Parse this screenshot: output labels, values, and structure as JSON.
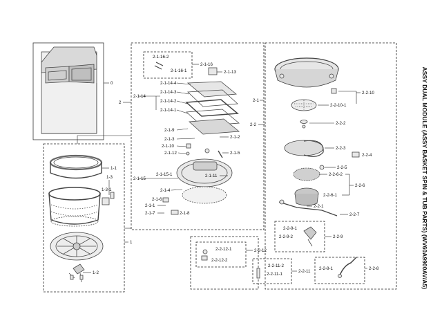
{
  "title": "ASSY DUAL MODULE (ASSY BASKET SPIN & TUB PARTS) (WV60A9900AV/A5)",
  "labels": {
    "l0": "0",
    "l1": "1",
    "l1_1": "1-1",
    "l1_2": "1-2",
    "l1_3": "1-3",
    "l1_3_1": "1-3-1",
    "l2": "2",
    "l2_1": "2-1",
    "l2_1_1": "2-1-1",
    "l2_1_2": "2-1-2",
    "l2_1_3": "2-1-3",
    "l2_1_4": "2-1-4",
    "l2_1_5": "2-1-5",
    "l2_1_6": "2-1-6",
    "l2_1_7": "2-1-7",
    "l2_1_8": "2-1-8",
    "l2_1_9": "2-1-9",
    "l2_1_10": "2-1-10",
    "l2_1_11": "2-1-11",
    "l2_1_12": "2-1-12",
    "l2_1_13": "2-1-13",
    "l2_1_14": "2-1-14",
    "l2_1_14_1": "2-1-14-1",
    "l2_1_14_2": "2-1-14-2",
    "l2_1_14_3": "2-1-14-3",
    "l2_1_14_4": "2-1-14-4",
    "l2_1_15": "2-1-15",
    "l2_1_15_1": "2-1-15-1",
    "l2_1_16": "2-1-16",
    "l2_1_16_1": "2-1-16-1",
    "l2_1_16_2": "2-1-16-2",
    "l2_2": "2-2",
    "l2_2_1": "2-2-1",
    "l2_2_2": "2-2-2",
    "l2_2_3": "2-2-3",
    "l2_2_4": "2-2-4",
    "l2_2_5": "2-2-5",
    "l2_2_6": "2-2-6",
    "l2_2_6_1": "2-2-6-1",
    "l2_2_6_2": "2-2-6-2",
    "l2_2_7": "2-2-7",
    "l2_2_8": "2-2-8",
    "l2_2_8_1": "2-2-8-1",
    "l2_2_9": "2-2-9",
    "l2_2_9_1": "2-2-9-1",
    "l2_2_9_2": "2-2-9-2",
    "l2_2_10": "2-2-10",
    "l2_2_10_1": "2-2-10-1",
    "l2_2_11": "2-2-11",
    "l2_2_11_1": "2-2-11-1",
    "l2_2_11_2": "2-2-11-2",
    "l2_2_12": "2-2-12",
    "l2_2_12_1": "2-2-12-1",
    "l2_2_12_2": "2-2-12-2"
  }
}
